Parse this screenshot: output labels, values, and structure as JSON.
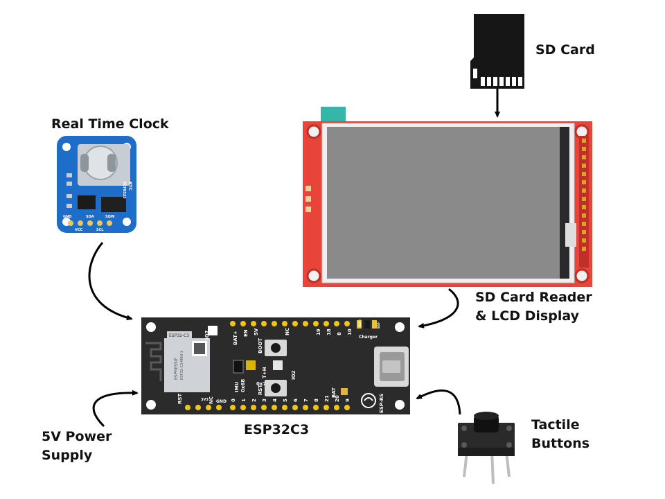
{
  "labels": {
    "sd_card": "SD Card",
    "rtc": "Real Time Clock",
    "sd_lcd_line1": "SD Card Reader",
    "sd_lcd_line2": "& LCD Display",
    "esp": "ESP32C3",
    "power_line1": "5V Power",
    "power_line2": "Supply",
    "buttons_line1": "Tactile",
    "buttons_line2": "Buttons"
  },
  "board_silkscreen": {
    "module_tag": "ESP32-C3",
    "module_brand": "ESPRESSIF",
    "module_model": "ESP32-C3-MINI-1",
    "io7": "IO7",
    "bat_plus": "BAT+",
    "en": "EN",
    "five_v": "5V",
    "nc_top": "NC",
    "top_pins": [
      "19",
      "18",
      "8",
      "10"
    ],
    "charger": "Charger",
    "bat_plus_small": "BAT+",
    "bat_minus_small": "BAT-",
    "boot": "BOOT",
    "imu": "IMU",
    "imu_addr": "0x68",
    "th": "T+H",
    "th_addr": "0x70",
    "io2": "IO2",
    "rst_button": "RST",
    "bat": "BAT",
    "rst_edge": "RST",
    "v3": "3V3",
    "nc_bottom": "NC",
    "gnd": "GND",
    "bottom_pins": [
      "0",
      "1",
      "2",
      "3",
      "4",
      "5",
      "6",
      "7",
      "8",
      "21",
      "20",
      "9"
    ],
    "esp_rs": "ESP-RS"
  },
  "rtc_silkscreen": {
    "chip_label": "RTC",
    "chip_model": "PCF8523",
    "pins": [
      "GND",
      "VCC",
      "SDA",
      "SCL",
      "SQW"
    ]
  },
  "colors": {
    "board": "#2b2b2b",
    "pin_gold": "#f3c316",
    "lcd_pcb": "#e8443a",
    "rtc_pcb": "#1e6ec9",
    "sd_card": "#1a1a1a",
    "arrow": "#000000"
  }
}
